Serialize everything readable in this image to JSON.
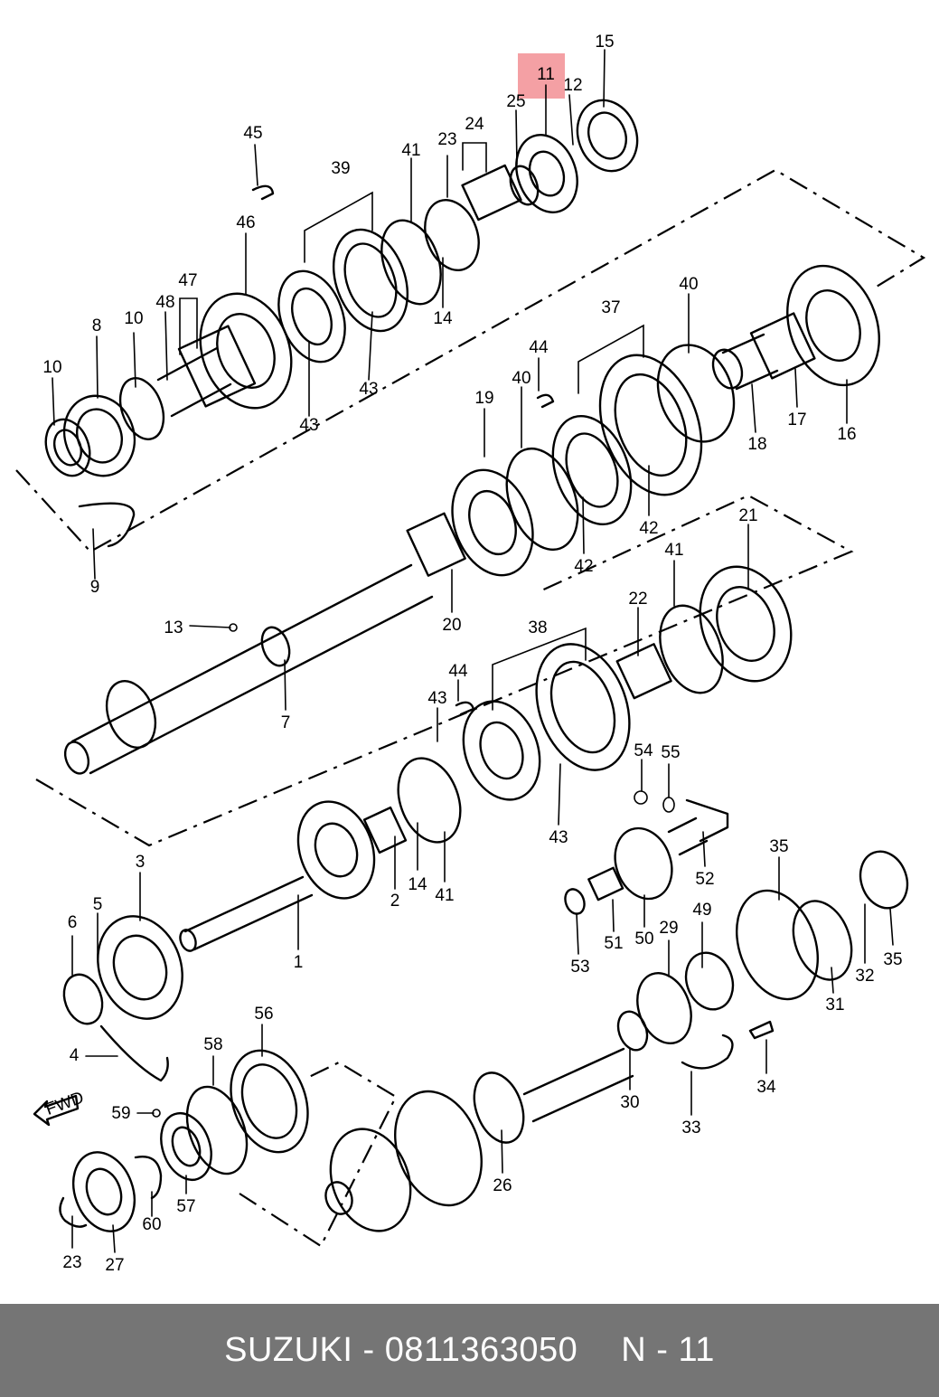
{
  "footer": {
    "part_text": "SUZUKI - 0811363050",
    "ref_text": "N - 11"
  },
  "highlight": {
    "label": "11",
    "color": "#f4a0a4"
  },
  "fwd_marker": "FWD",
  "callouts": [
    "15",
    "11",
    "12",
    "25",
    "24",
    "23",
    "41",
    "39",
    "45",
    "46",
    "47",
    "48",
    "10",
    "8",
    "10",
    "9",
    "14",
    "43",
    "43",
    "40",
    "44",
    "37",
    "19",
    "40",
    "17",
    "18",
    "16",
    "42",
    "42",
    "13",
    "20",
    "21",
    "41",
    "7",
    "22",
    "38",
    "44",
    "43",
    "3",
    "54",
    "55",
    "5",
    "6",
    "14",
    "2",
    "41",
    "43",
    "1",
    "52",
    "35",
    "4",
    "56",
    "58",
    "59",
    "53",
    "51",
    "50",
    "29",
    "49",
    "31",
    "32",
    "35",
    "30",
    "33",
    "34",
    "26",
    "57",
    "60",
    "23",
    "27"
  ]
}
